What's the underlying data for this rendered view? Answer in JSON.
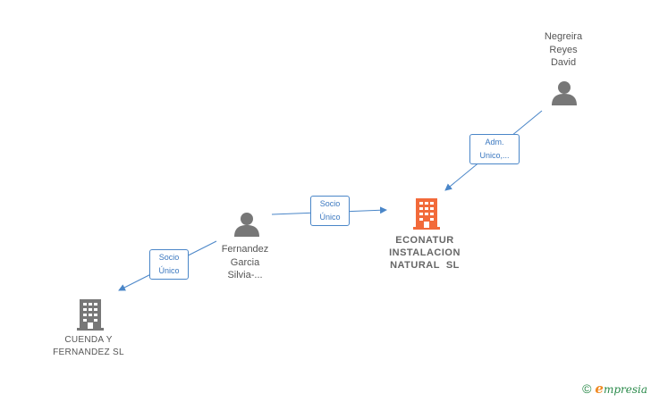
{
  "colors": {
    "edge": "#4a86c8",
    "person_icon": "#777777",
    "company_main": "#f26a3a",
    "company": "#777777"
  },
  "nodes": {
    "negreira": {
      "name_lines": [
        "Negreira",
        "Reyes",
        "David"
      ],
      "icon": "person-icon"
    },
    "fernandez": {
      "name_lines": [
        "Fernandez",
        "Garcia",
        "Silvia-..."
      ],
      "icon": "person-icon"
    },
    "econatur": {
      "name_lines": [
        "ECONATUR",
        "INSTALACION",
        "NATURAL  SL"
      ],
      "icon": "building-icon"
    },
    "cuenda": {
      "name_lines": [
        "CUENDA Y",
        "FERNANDEZ SL"
      ],
      "icon": "building-icon"
    }
  },
  "edges": {
    "negreira_econatur": {
      "label_lines": [
        "Adm.",
        "Unico,..."
      ]
    },
    "fernandez_econatur": {
      "label_lines": [
        "Socio",
        "Único"
      ]
    },
    "fernandez_cuenda": {
      "label_lines": [
        "Socio",
        "Único"
      ]
    }
  },
  "watermark": {
    "copyright": "©",
    "brand_first": "e",
    "brand_rest": "mpresia"
  }
}
